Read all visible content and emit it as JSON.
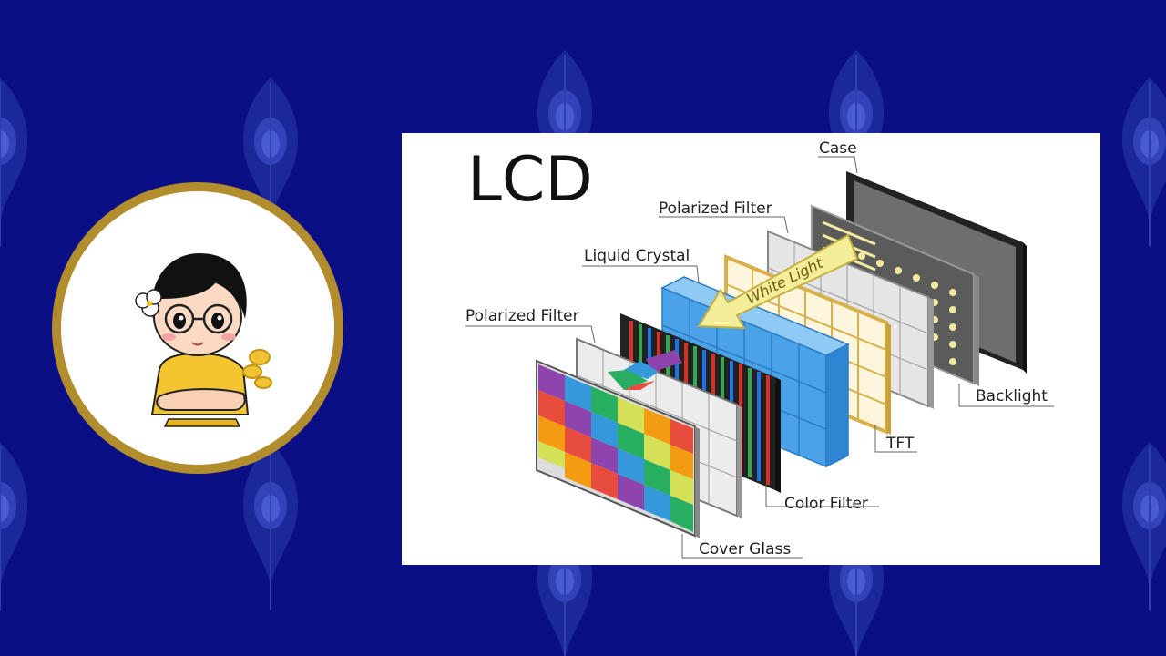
{
  "diagram": {
    "title": "LCD",
    "labels": {
      "case": "Case",
      "polarized_filter_back": "Polarized Filter",
      "liquid_crystal": "Liquid Crystal",
      "polarized_filter_front": "Polarized Filter",
      "backlight": "Backlight",
      "tft": "TFT",
      "color_filter": "Color Filter",
      "cover_glass": "Cover Glass",
      "white_light": "White Light"
    }
  },
  "colors": {
    "background": "#0a0f86",
    "ring": "#b28d2e",
    "panel": "#ffffff",
    "liquid_crystal": "#4aa3e8",
    "tft_frame": "#d8b04a",
    "arrow": "#f4ee9a"
  },
  "avatar": {
    "icon": "cartoon-girl-avatar"
  }
}
